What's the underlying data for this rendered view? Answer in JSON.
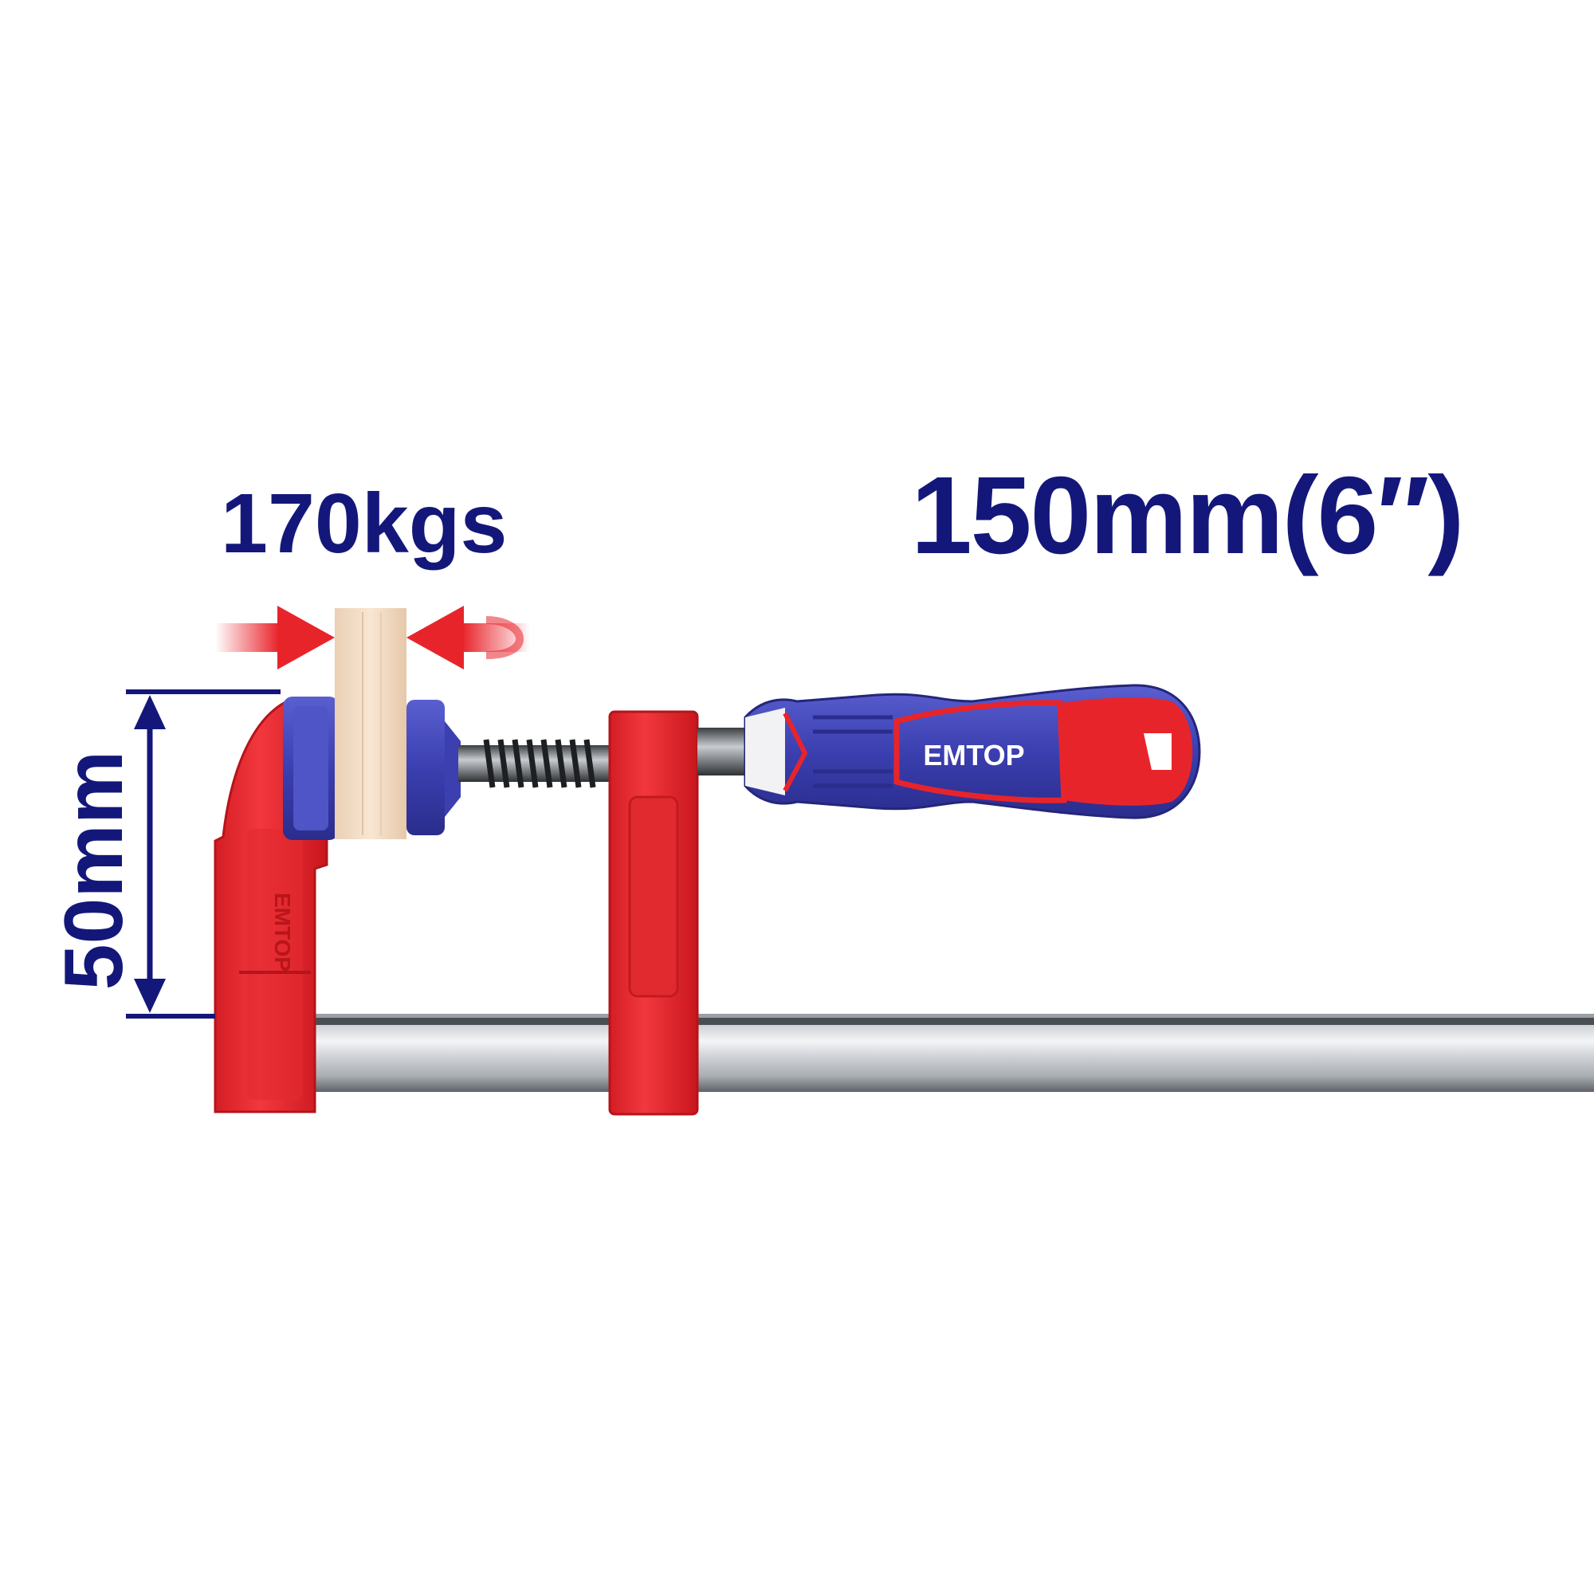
{
  "image": {
    "subject": "F-clamp product photo with specification callouts",
    "background_color": "#ffffff"
  },
  "labels": {
    "clamp_size": "150mm(6″)",
    "clamping_force": "170kgs",
    "throat_depth": "50mm"
  },
  "brand": {
    "logo_text": "EMTOP"
  },
  "colors": {
    "label_navy": "#14177a",
    "clamp_red": "#e8242b",
    "handle_blue": "#3b3fb0",
    "wood": "#f3dcc6",
    "steel": "#d9dcdf"
  },
  "icons": {
    "force_arrows": "red-inward-arrows-icon",
    "dimension": "vertical-dimension-arrow-icon"
  }
}
